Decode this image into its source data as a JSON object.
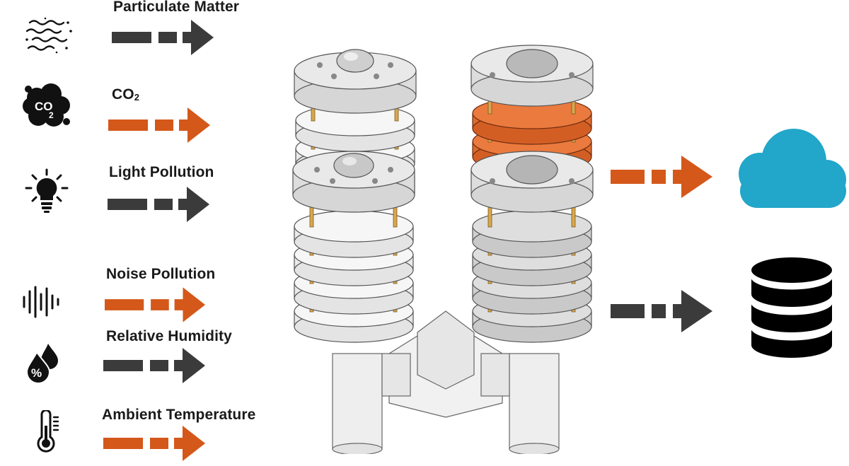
{
  "colors": {
    "orange": "#d4581a",
    "dark": "#3b3b3b",
    "icon_black": "#111111",
    "cloud_blue": "#22a6c9",
    "device_light": "#ececec",
    "device_gray": "#d2d2d2",
    "device_orange": "#e0692e",
    "brass": "#d9a64f"
  },
  "inputs": [
    {
      "label": "Particulate Matter",
      "icon": "particulate-icon",
      "arrow_color": "dark"
    },
    {
      "label_main": "CO",
      "label_sub": "2",
      "icon": "co2-cloud-icon",
      "icon_text_main": "CO",
      "icon_text_sub": "2",
      "arrow_color": "orange"
    },
    {
      "label": "Light Pollution",
      "icon": "light-bulb-icon",
      "arrow_color": "dark"
    },
    {
      "label": "Noise Pollution",
      "icon": "sound-wave-icon",
      "arrow_color": "orange"
    },
    {
      "label": "Relative Humidity",
      "icon": "humidity-drop-icon",
      "icon_text": "%",
      "arrow_color": "dark"
    },
    {
      "label": "Ambient Temperature",
      "icon": "thermometer-icon",
      "arrow_color": "orange"
    }
  ],
  "outputs": [
    {
      "icon": "cloud-icon",
      "arrow_color": "orange"
    },
    {
      "icon": "database-icon",
      "arrow_color": "dark"
    }
  ],
  "device": {
    "name_icon": "sensor-station-illustration"
  }
}
